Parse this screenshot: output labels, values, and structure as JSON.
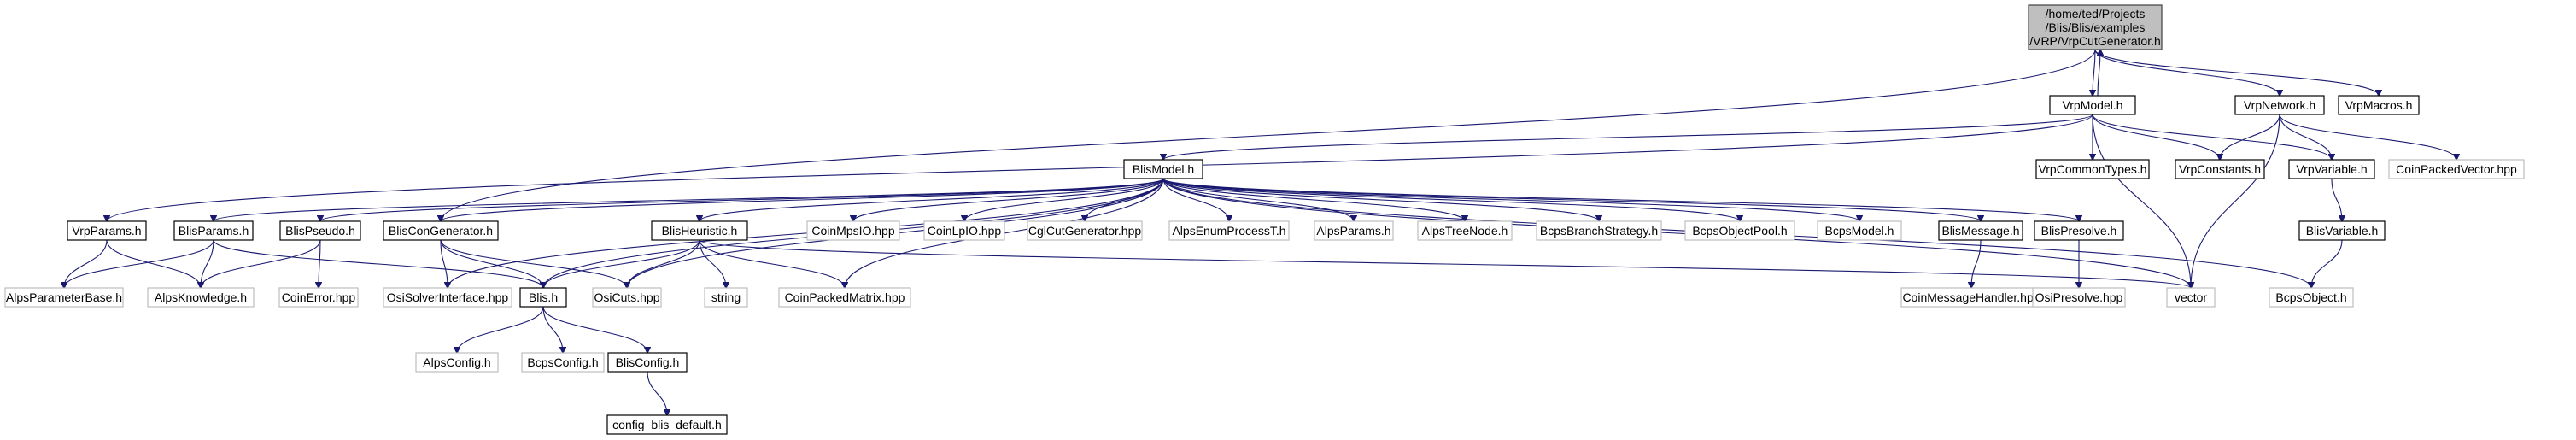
{
  "diagram": {
    "nodes": [
      {
        "id": "root",
        "lines": [
          "/home/ted/Projects",
          "/Blis/Blis/examples",
          "/VRP/VrpCutGenerator.h"
        ],
        "kind": "root"
      },
      {
        "id": "VrpModel",
        "lines": [
          "VrpModel.h"
        ],
        "kind": "doc"
      },
      {
        "id": "VrpNetwork",
        "lines": [
          "VrpNetwork.h"
        ],
        "kind": "doc"
      },
      {
        "id": "VrpMacros",
        "lines": [
          "VrpMacros.h"
        ],
        "kind": "doc"
      },
      {
        "id": "BlisModel",
        "lines": [
          "BlisModel.h"
        ],
        "kind": "doc"
      },
      {
        "id": "VrpCommonTypes",
        "lines": [
          "VrpCommonTypes.h"
        ],
        "kind": "doc"
      },
      {
        "id": "VrpConstants",
        "lines": [
          "VrpConstants.h"
        ],
        "kind": "doc"
      },
      {
        "id": "VrpVariable",
        "lines": [
          "VrpVariable.h"
        ],
        "kind": "doc"
      },
      {
        "id": "CoinPackedVector",
        "lines": [
          "CoinPackedVector.hpp"
        ],
        "kind": "ext"
      },
      {
        "id": "VrpParams",
        "lines": [
          "VrpParams.h"
        ],
        "kind": "doc"
      },
      {
        "id": "BlisParams",
        "lines": [
          "BlisParams.h"
        ],
        "kind": "doc"
      },
      {
        "id": "BlisPseudo",
        "lines": [
          "BlisPseudo.h"
        ],
        "kind": "doc"
      },
      {
        "id": "BlisConGenerator",
        "lines": [
          "BlisConGenerator.h"
        ],
        "kind": "doc"
      },
      {
        "id": "BlisHeuristic",
        "lines": [
          "BlisHeuristic.h"
        ],
        "kind": "doc"
      },
      {
        "id": "CoinMpsIO",
        "lines": [
          "CoinMpsIO.hpp"
        ],
        "kind": "ext"
      },
      {
        "id": "CoinLpIO",
        "lines": [
          "CoinLpIO.hpp"
        ],
        "kind": "ext"
      },
      {
        "id": "CglCutGenerator",
        "lines": [
          "CglCutGenerator.hpp"
        ],
        "kind": "ext"
      },
      {
        "id": "AlpsEnumProcessT",
        "lines": [
          "AlpsEnumProcessT.h"
        ],
        "kind": "ext"
      },
      {
        "id": "AlpsParams",
        "lines": [
          "AlpsParams.h"
        ],
        "kind": "ext"
      },
      {
        "id": "AlpsTreeNode",
        "lines": [
          "AlpsTreeNode.h"
        ],
        "kind": "ext"
      },
      {
        "id": "BcpsBranchStrategy",
        "lines": [
          "BcpsBranchStrategy.h"
        ],
        "kind": "ext"
      },
      {
        "id": "BcpsObjectPool",
        "lines": [
          "BcpsObjectPool.h"
        ],
        "kind": "ext"
      },
      {
        "id": "BcpsModel",
        "lines": [
          "BcpsModel.h"
        ],
        "kind": "ext"
      },
      {
        "id": "BlisMessage",
        "lines": [
          "BlisMessage.h"
        ],
        "kind": "doc"
      },
      {
        "id": "BlisPresolve",
        "lines": [
          "BlisPresolve.h"
        ],
        "kind": "doc"
      },
      {
        "id": "BlisVariable",
        "lines": [
          "BlisVariable.h"
        ],
        "kind": "doc"
      },
      {
        "id": "AlpsParameterBase",
        "lines": [
          "AlpsParameterBase.h"
        ],
        "kind": "ext"
      },
      {
        "id": "AlpsKnowledge",
        "lines": [
          "AlpsKnowledge.h"
        ],
        "kind": "ext"
      },
      {
        "id": "CoinError",
        "lines": [
          "CoinError.hpp"
        ],
        "kind": "ext"
      },
      {
        "id": "OsiSolverInterface",
        "lines": [
          "OsiSolverInterface.hpp"
        ],
        "kind": "ext"
      },
      {
        "id": "BlisH",
        "lines": [
          "Blis.h"
        ],
        "kind": "doc"
      },
      {
        "id": "OsiCuts",
        "lines": [
          "OsiCuts.hpp"
        ],
        "kind": "ext"
      },
      {
        "id": "string",
        "lines": [
          "string"
        ],
        "kind": "ext"
      },
      {
        "id": "CoinPackedMatrix",
        "lines": [
          "CoinPackedMatrix.hpp"
        ],
        "kind": "ext"
      },
      {
        "id": "vector",
        "lines": [
          "vector"
        ],
        "kind": "ext"
      },
      {
        "id": "BcpsObject",
        "lines": [
          "BcpsObject.h"
        ],
        "kind": "ext"
      },
      {
        "id": "CoinMessageHandler",
        "lines": [
          "CoinMessageHandler.hpp"
        ],
        "kind": "ext"
      },
      {
        "id": "OsiPresolve",
        "lines": [
          "OsiPresolve.hpp"
        ],
        "kind": "ext"
      },
      {
        "id": "AlpsConfig",
        "lines": [
          "AlpsConfig.h"
        ],
        "kind": "ext"
      },
      {
        "id": "BcpsConfig",
        "lines": [
          "BcpsConfig.h"
        ],
        "kind": "ext"
      },
      {
        "id": "BlisConfig",
        "lines": [
          "BlisConfig.h"
        ],
        "kind": "doc"
      },
      {
        "id": "config_blis_default",
        "lines": [
          "config_blis_default.h"
        ],
        "kind": "doc"
      }
    ],
    "edges": [
      [
        "root",
        "VrpModel"
      ],
      [
        "root",
        "VrpNetwork"
      ],
      [
        "root",
        "VrpMacros"
      ],
      [
        "root",
        "BlisConGenerator"
      ],
      [
        "VrpModel",
        "root"
      ],
      [
        "VrpModel",
        "BlisModel"
      ],
      [
        "VrpModel",
        "VrpCommonTypes"
      ],
      [
        "VrpModel",
        "VrpConstants"
      ],
      [
        "VrpModel",
        "VrpVariable"
      ],
      [
        "VrpModel",
        "VrpParams"
      ],
      [
        "VrpModel",
        "vector"
      ],
      [
        "VrpNetwork",
        "VrpConstants"
      ],
      [
        "VrpNetwork",
        "VrpVariable"
      ],
      [
        "VrpNetwork",
        "CoinPackedVector"
      ],
      [
        "VrpNetwork",
        "vector"
      ],
      [
        "VrpVariable",
        "BlisVariable"
      ],
      [
        "BlisVariable",
        "BcpsObject"
      ],
      [
        "BlisModel",
        "BlisParams"
      ],
      [
        "BlisModel",
        "BlisPseudo"
      ],
      [
        "BlisModel",
        "BlisConGenerator"
      ],
      [
        "BlisModel",
        "BlisHeuristic"
      ],
      [
        "BlisModel",
        "CoinMpsIO"
      ],
      [
        "BlisModel",
        "CoinLpIO"
      ],
      [
        "BlisModel",
        "CglCutGenerator"
      ],
      [
        "BlisModel",
        "AlpsEnumProcessT"
      ],
      [
        "BlisModel",
        "AlpsParams"
      ],
      [
        "BlisModel",
        "AlpsTreeNode"
      ],
      [
        "BlisModel",
        "BcpsBranchStrategy"
      ],
      [
        "BlisModel",
        "BcpsObjectPool"
      ],
      [
        "BlisModel",
        "BcpsModel"
      ],
      [
        "BlisModel",
        "BlisMessage"
      ],
      [
        "BlisModel",
        "BlisPresolve"
      ],
      [
        "BlisModel",
        "OsiSolverInterface"
      ],
      [
        "BlisModel",
        "OsiCuts"
      ],
      [
        "BlisModel",
        "CoinPackedMatrix"
      ],
      [
        "BlisModel",
        "BlisH"
      ],
      [
        "BlisModel",
        "vector"
      ],
      [
        "BlisModel",
        "BcpsObject"
      ],
      [
        "VrpParams",
        "AlpsParameterBase"
      ],
      [
        "VrpParams",
        "AlpsKnowledge"
      ],
      [
        "BlisParams",
        "AlpsParameterBase"
      ],
      [
        "BlisParams",
        "AlpsKnowledge"
      ],
      [
        "BlisParams",
        "BlisH"
      ],
      [
        "BlisPseudo",
        "CoinError"
      ],
      [
        "BlisPseudo",
        "AlpsKnowledge"
      ],
      [
        "BlisConGenerator",
        "OsiSolverInterface"
      ],
      [
        "BlisConGenerator",
        "OsiCuts"
      ],
      [
        "BlisConGenerator",
        "BlisH"
      ],
      [
        "BlisHeuristic",
        "BlisH"
      ],
      [
        "BlisHeuristic",
        "OsiCuts"
      ],
      [
        "BlisHeuristic",
        "string"
      ],
      [
        "BlisHeuristic",
        "CoinPackedMatrix"
      ],
      [
        "BlisHeuristic",
        "vector"
      ],
      [
        "BlisMessage",
        "CoinMessageHandler"
      ],
      [
        "BlisPresolve",
        "OsiPresolve"
      ],
      [
        "BlisH",
        "AlpsConfig"
      ],
      [
        "BlisH",
        "BcpsConfig"
      ],
      [
        "BlisH",
        "BlisConfig"
      ],
      [
        "BlisConfig",
        "config_blis_default"
      ]
    ]
  }
}
